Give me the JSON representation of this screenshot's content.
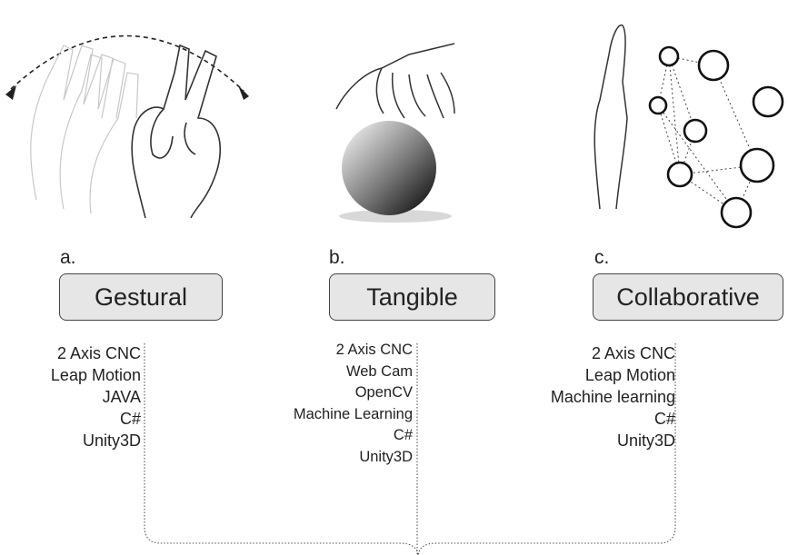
{
  "columns": [
    {
      "letter": "a.",
      "title": "Gestural",
      "items": [
        "2 Axis CNC",
        "Leap Motion",
        "JAVA",
        "C#",
        "Unity3D"
      ]
    },
    {
      "letter": "b.",
      "title": "Tangible",
      "items": [
        "2 Axis CNC",
        "Web Cam",
        "OpenCV",
        "Machine Learning",
        "C#",
        "Unity3D"
      ]
    },
    {
      "letter": "c.",
      "title": "Collaborative",
      "items": [
        "2 Axis CNC",
        "Leap Motion",
        "Machine learning",
        "C#",
        "Unity3D"
      ]
    }
  ],
  "illustrations": {
    "a": "waving-hand-gesture",
    "b": "hand-over-sphere",
    "c": "hand-with-node-network"
  },
  "colors": {
    "box_fill": "#e6e6e6",
    "box_border": "#444444",
    "line": "#555555"
  }
}
